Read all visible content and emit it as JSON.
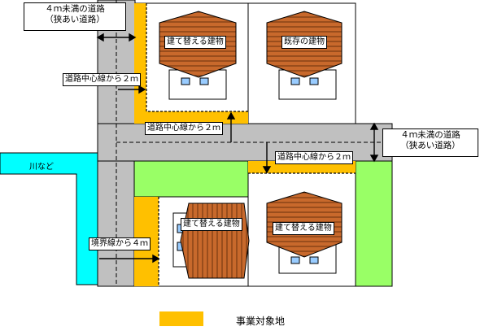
{
  "labels": {
    "narrow_road_top": [
      "４ｍ未満の道路",
      "（狭あい道路）"
    ],
    "narrow_road_right": [
      "４ｍ未満の道路",
      "（狭あい道路）"
    ],
    "center_2m_a": "道路中心線から２ｍ",
    "center_2m_b": "道路中心線から２ｍ",
    "center_2m_c": "道路中心線から２ｍ",
    "boundary_4m": "境界線から４ｍ",
    "river": "川など"
  },
  "houses": {
    "rebuild_1": "建て替える建物",
    "existing": "既存の建物",
    "rebuild_2": "建て替える建物",
    "rebuild_3": "建て替える建物"
  },
  "legend": {
    "label": "事業対象地",
    "color": "#ffc000"
  },
  "colors": {
    "road": "#c0c0c0",
    "river": "#00ffff",
    "green": "#99ff66",
    "roof": "#c8692c",
    "window": "#99ccff"
  }
}
